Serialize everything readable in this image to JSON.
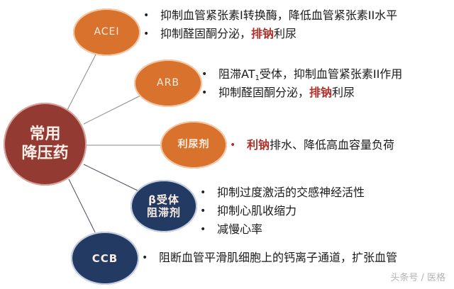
{
  "diagram": {
    "title": "常用降压药",
    "colors": {
      "center": "#933b33",
      "orange_node": "#d8722c",
      "navy_node": "#233a63",
      "highlight_text": "#b0302a",
      "connector": "#7a7a7a"
    },
    "center_node": {
      "line1": "常用",
      "line2": "降压药"
    },
    "branches": [
      {
        "id": "acei",
        "label": "ACEI",
        "color": "orange",
        "bullets": [
          {
            "text": "抑制血管紧张素I转换酶，降低血管紧张素II水平"
          },
          {
            "pre": "抑制醛固酮分泌，",
            "highlight": "排钠",
            "post": "利尿"
          }
        ]
      },
      {
        "id": "arb",
        "label": "ARB",
        "color": "orange",
        "bullets": [
          {
            "pre": "阻滞AT",
            "sub": "1",
            "post": "受体，抑制血管紧张素II作用"
          },
          {
            "pre": "抑制醛固酮分泌，",
            "highlight": "排钠",
            "post": "利尿"
          }
        ]
      },
      {
        "id": "diuretic",
        "label": "利尿剂",
        "color": "orange",
        "bullets": [
          {
            "highlight": "利钠",
            "post": "排水、降低高血容量负荷"
          }
        ]
      },
      {
        "id": "beta-blocker",
        "label_line1": "β受体",
        "label_line2": "阻滞剂",
        "color": "navy",
        "bullets": [
          {
            "text": "抑制过度激活的交感神经活性"
          },
          {
            "text": "抑制心肌收缩力"
          },
          {
            "text": "减慢心率"
          }
        ]
      },
      {
        "id": "ccb",
        "label": "CCB",
        "color": "navy",
        "bullets": [
          {
            "text": "阻断血管平滑肌细胞上的钙离子通道，扩张血管"
          }
        ]
      }
    ],
    "watermark": "头条号 / 医格"
  }
}
